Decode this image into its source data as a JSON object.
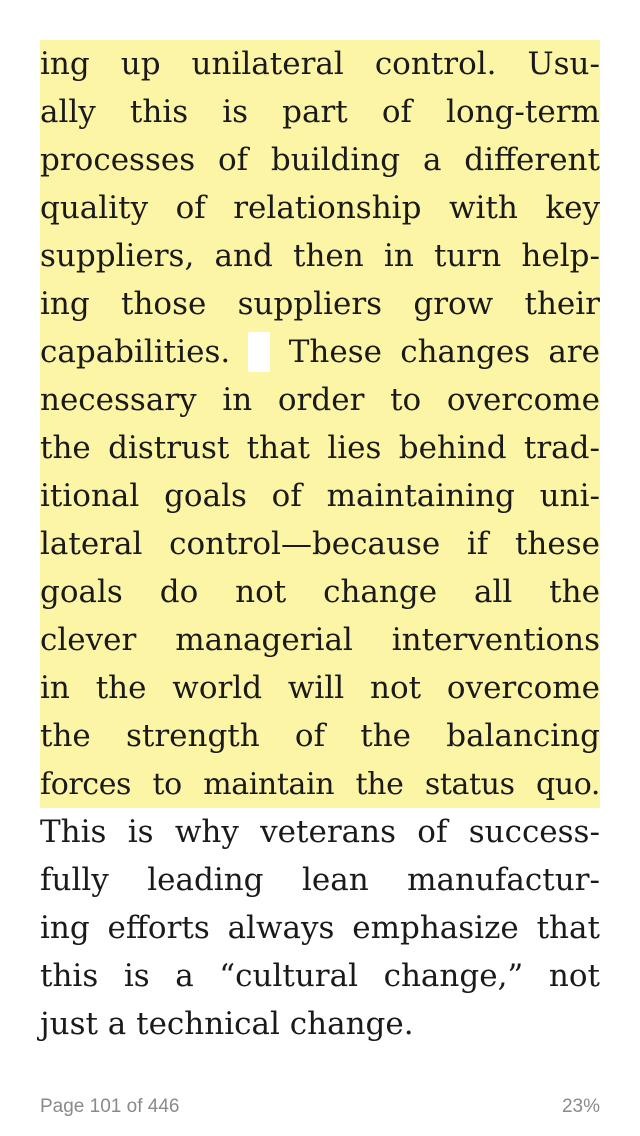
{
  "book": {
    "highlight_color": "#fdf5a6",
    "lines": [
      {
        "highlighted": true,
        "words": [
          "ing",
          "up",
          "unilateral",
          "control.",
          "Usu-"
        ]
      },
      {
        "highlighted": true,
        "words": [
          "ally",
          "this",
          "is",
          "part",
          "of",
          "long-term"
        ]
      },
      {
        "highlighted": true,
        "words": [
          "processes",
          "of",
          "building",
          "a",
          "different"
        ]
      },
      {
        "highlighted": true,
        "words": [
          "quality",
          "of",
          "relationship",
          "with",
          "key"
        ]
      },
      {
        "highlighted": true,
        "words": [
          "suppliers,",
          "and",
          "then",
          "in",
          "turn",
          "help-"
        ]
      },
      {
        "highlighted": true,
        "words": [
          "ing",
          "those",
          "suppliers",
          "grow",
          "their"
        ]
      },
      {
        "highlighted": true,
        "words": [
          "capabilities.",
          "These",
          "changes",
          "are"
        ]
      },
      {
        "highlighted": true,
        "words": [
          "necessary",
          "in",
          "order",
          "to",
          "overcome"
        ]
      },
      {
        "highlighted": true,
        "words": [
          "the",
          "distrust",
          "that",
          "lies",
          "behind",
          "trad-"
        ]
      },
      {
        "highlighted": true,
        "words": [
          "itional",
          "goals",
          "of",
          "maintaining",
          "uni-"
        ]
      },
      {
        "highlighted": true,
        "words": [
          "lateral",
          "control—because",
          "if",
          "these"
        ]
      },
      {
        "highlighted": true,
        "words": [
          "goals",
          "do",
          "not",
          "change",
          "all",
          "the"
        ]
      },
      {
        "highlighted": true,
        "words": [
          "clever",
          "managerial",
          "interventions"
        ]
      },
      {
        "highlighted": true,
        "words": [
          "in",
          "the",
          "world",
          "will",
          "not",
          "overcome"
        ]
      },
      {
        "highlighted": true,
        "words": [
          "the",
          "strength",
          "of",
          "the",
          "balancing"
        ]
      },
      {
        "highlighted": true,
        "words": [
          "forces",
          "to",
          "maintain",
          "the",
          "status",
          "quo."
        ]
      },
      {
        "highlighted": false,
        "words": [
          "This",
          "is",
          "why",
          "veterans",
          "of",
          "success-"
        ]
      },
      {
        "highlighted": false,
        "words": [
          "fully",
          "leading",
          "lean",
          "manufactur-"
        ]
      },
      {
        "highlighted": false,
        "words": [
          "ing",
          "efforts",
          "always",
          "emphasize",
          "that"
        ]
      },
      {
        "highlighted": false,
        "words": [
          "this",
          "is",
          "a",
          "“cultural",
          "change,”",
          "not"
        ]
      },
      {
        "highlighted": false,
        "words": [
          "just a technical change."
        ]
      }
    ]
  },
  "footer": {
    "page_label": "Page 101 of 446",
    "progress_label": "23%"
  }
}
